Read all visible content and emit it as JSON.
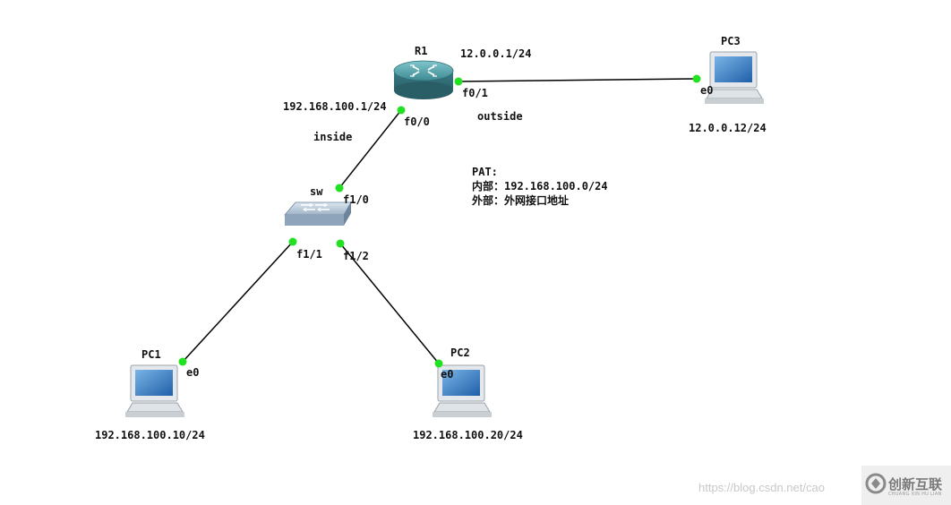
{
  "nodes": {
    "r1": {
      "name": "R1"
    },
    "sw": {
      "name": "sw"
    },
    "pc1": {
      "name": "PC1",
      "ip": "192.168.100.10/24"
    },
    "pc2": {
      "name": "PC2",
      "ip": "192.168.100.20/24"
    },
    "pc3": {
      "name": "PC3",
      "ip": "12.0.0.12/24"
    }
  },
  "interfaces": {
    "r1_f00": "f0/0",
    "r1_f01": "f0/1",
    "r1_f00_ip": "192.168.100.1/24",
    "r1_f01_ip": "12.0.0.1/24",
    "sw_f10": "f1/0",
    "sw_f11": "f1/1",
    "sw_f12": "f1/2",
    "pc1_e0": "e0",
    "pc2_e0": "e0",
    "pc3_e0": "e0"
  },
  "zones": {
    "inside": "inside",
    "outside": "outside"
  },
  "note": {
    "line1": "PAT:",
    "line2": "内部：192.168.100.0/24",
    "line3": "外部：外网接口地址"
  },
  "watermark": {
    "url": "https://blog.csdn.net/cao",
    "brand": "创新互联",
    "brand_sub": "CHUANG XIN HU LIAN"
  },
  "colors": {
    "link": "#000000",
    "port_dot": "#22e022",
    "router_body": "#3f8a93",
    "switch_body": "#a9bccd"
  }
}
